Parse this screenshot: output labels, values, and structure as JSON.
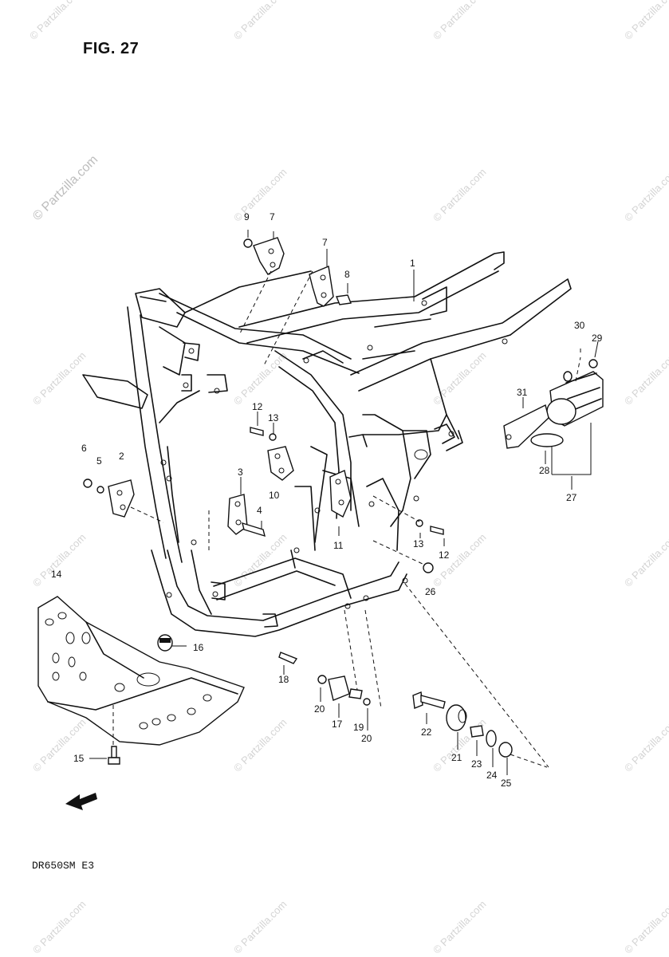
{
  "figure": {
    "title": "FIG. 27",
    "model_code": "DR650SM  E3"
  },
  "watermark": {
    "text": "© Partzilla.com"
  },
  "callouts": [
    {
      "id": "c9a",
      "label": "9"
    },
    {
      "id": "c7a",
      "label": "7"
    },
    {
      "id": "c7b",
      "label": "7"
    },
    {
      "id": "c8",
      "label": "8"
    },
    {
      "id": "c1",
      "label": "1"
    },
    {
      "id": "c30",
      "label": "30"
    },
    {
      "id": "c29",
      "label": "29"
    },
    {
      "id": "c31",
      "label": "31"
    },
    {
      "id": "c28",
      "label": "28"
    },
    {
      "id": "c27",
      "label": "27"
    },
    {
      "id": "c12a",
      "label": "12"
    },
    {
      "id": "c13a",
      "label": "13"
    },
    {
      "id": "c6",
      "label": "6"
    },
    {
      "id": "c5",
      "label": "5"
    },
    {
      "id": "c2",
      "label": "2"
    },
    {
      "id": "c3",
      "label": "3"
    },
    {
      "id": "c4",
      "label": "4"
    },
    {
      "id": "c10",
      "label": "10"
    },
    {
      "id": "c11",
      "label": "11"
    },
    {
      "id": "c13b",
      "label": "13"
    },
    {
      "id": "c12b",
      "label": "12"
    },
    {
      "id": "c26",
      "label": "26"
    },
    {
      "id": "c14",
      "label": "14"
    },
    {
      "id": "c16",
      "label": "16"
    },
    {
      "id": "c18",
      "label": "18"
    },
    {
      "id": "c20a",
      "label": "20"
    },
    {
      "id": "c17",
      "label": "17"
    },
    {
      "id": "c19",
      "label": "19"
    },
    {
      "id": "c20b",
      "label": "20"
    },
    {
      "id": "c22",
      "label": "22"
    },
    {
      "id": "c21",
      "label": "21"
    },
    {
      "id": "c23",
      "label": "23"
    },
    {
      "id": "c24",
      "label": "24"
    },
    {
      "id": "c25",
      "label": "25"
    },
    {
      "id": "c15",
      "label": "15"
    }
  ]
}
